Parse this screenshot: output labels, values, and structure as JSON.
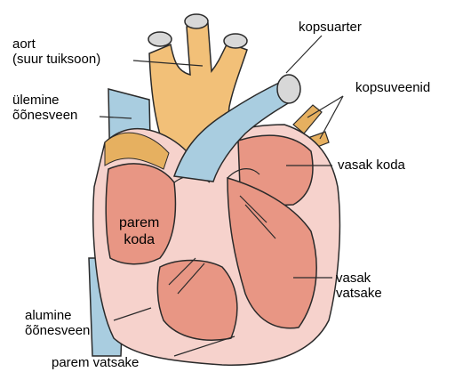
{
  "labels": {
    "aort_line1": "aort",
    "aort_line2": "(suur tuiksoon)",
    "ylemine_line1": "ülemine",
    "ylemine_line2": "õõnesveen",
    "alumine_line1": "alumine",
    "alumine_line2": "õõnesveen",
    "kopsuarter": "kopsuarter",
    "kopsuveenid": "kopsuveenid",
    "vasak_koda": "vasak koda",
    "vasak_vatsake_line1": "vasak",
    "vasak_vatsake_line2": "vatsake",
    "parem_koda_line1": "parem",
    "parem_koda_line2": "koda",
    "parem_vatsake": "parem vatsake"
  },
  "colors": {
    "aorta": "#f2c078",
    "vein": "#a9cde0",
    "muscle": "#d9786e",
    "muscle_outer": "#f6d2cc",
    "fat": "#e6b060",
    "chamber": "#e89684",
    "outline": "#2a2a2a"
  }
}
